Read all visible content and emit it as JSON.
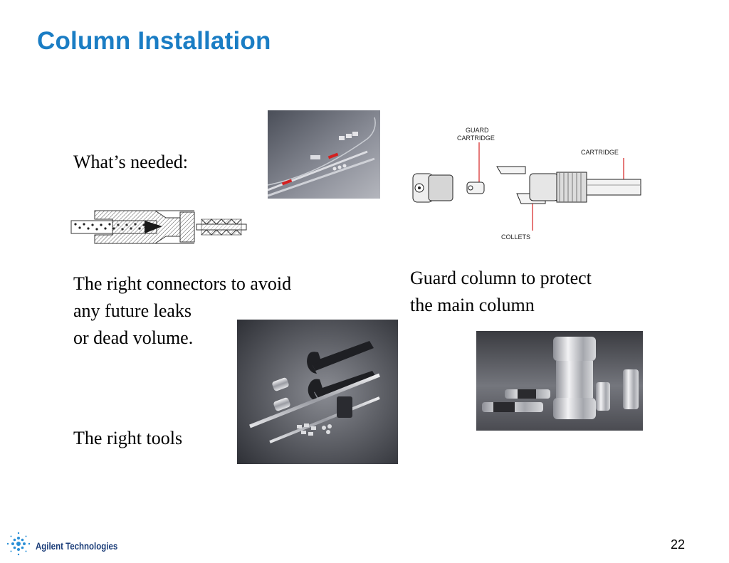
{
  "slide": {
    "title": "Column Installation",
    "whats_needed": "What’s needed:",
    "connectors_lines": [
      "The right connectors to avoid",
      "any future leaks",
      "or dead volume."
    ],
    "tools": "The right tools",
    "guard_lines": [
      "Guard column to protect",
      "the main column"
    ],
    "diagram_labels": {
      "guard_cartridge": [
        "GUARD",
        "CARTRIDGE"
      ],
      "cartridge": "CARTRIDGE",
      "collets": "COLLETS"
    }
  },
  "footer": {
    "company": "Agilent Technologies",
    "page_number": "22"
  },
  "colors": {
    "title": "#1a7dc4",
    "footer_text": "#1a3c78",
    "red_marker": "#d42020"
  },
  "icons": [
    "agilent-spark-logo-icon"
  ]
}
